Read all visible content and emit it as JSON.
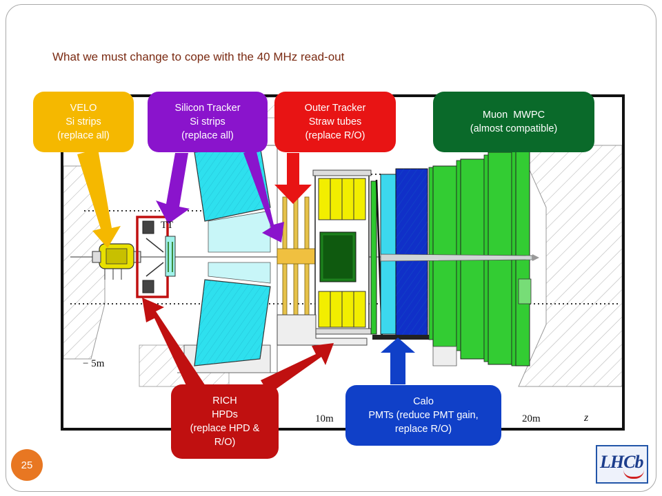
{
  "slide": {
    "title": "What we must change to cope with the 40 MHz read-out",
    "page_number": "25"
  },
  "callouts": {
    "velo": {
      "lines": [
        "VELO",
        "Si strips",
        "(replace all)"
      ],
      "color": "#f5b800"
    },
    "silicon_tracker": {
      "lines": [
        "Silicon Tracker",
        "Si strips",
        "(replace all)"
      ],
      "color": "#8a14cc"
    },
    "outer_tracker": {
      "lines": [
        "Outer Tracker",
        "Straw tubes",
        "(replace R/O)"
      ],
      "color": "#e81414"
    },
    "muon": {
      "lines": [
        "Muon  MWPC",
        "(almost compatible)"
      ],
      "color": "#0a6a2a"
    },
    "rich": {
      "lines": [
        "RICH",
        "HPDs",
        "(replace HPD &",
        "R/O)"
      ],
      "color": "#c01010"
    },
    "calo": {
      "lines": [
        "Calo",
        "PMTs (reduce PMT gain,",
        "replace R/O)"
      ],
      "color": "#1040c8"
    }
  },
  "diagram_labels": {
    "tt": "TT",
    "minus_5m": "− 5m",
    "ten_m": "10m",
    "twenty_m": "20m",
    "z_axis": "z"
  },
  "logo": {
    "text": "LHCb"
  }
}
